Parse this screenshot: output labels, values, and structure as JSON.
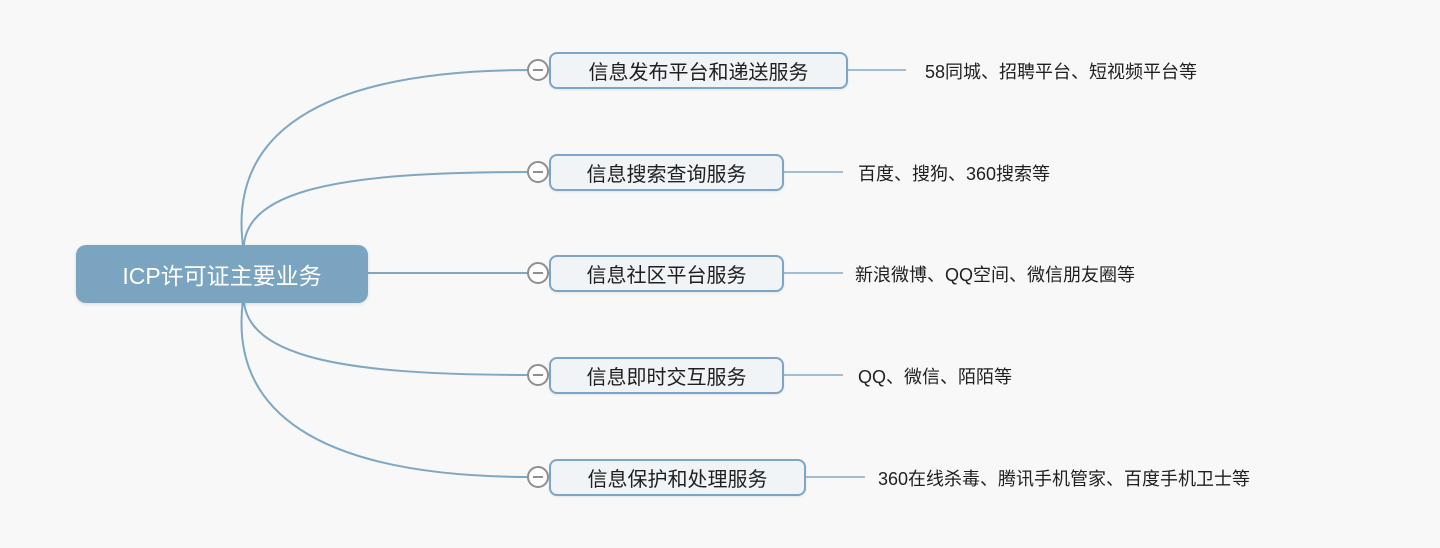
{
  "diagram": {
    "type": "mindmap",
    "root": {
      "label": "ICP许可证主要业务"
    },
    "branches": [
      {
        "label": "信息发布平台和递送服务",
        "example": "58同城、招聘平台、短视频平台等"
      },
      {
        "label": "信息搜索查询服务",
        "example": "百度、搜狗、360搜索等"
      },
      {
        "label": "信息社区平台服务",
        "example": "新浪微博、QQ空间、微信朋友圈等"
      },
      {
        "label": "信息即时交互服务",
        "example": "QQ、微信、陌陌等"
      },
      {
        "label": "信息保护和处理服务",
        "example": "360在线杀毒、腾讯手机管家、百度手机卫士等"
      }
    ],
    "icons": {
      "collapse": "minus-circle-icon"
    },
    "colors": {
      "background": "#F8F8F8",
      "root_fill": "#7BA4C0",
      "root_text": "#FFFFFF",
      "branch_fill": "#F0F4F7",
      "branch_border": "#7BA6C9",
      "text": "#1F1F1F",
      "connector": "#7FA7C4",
      "leaf_line": "#9FBED6",
      "collapse_stroke": "#8F8F8F"
    }
  }
}
